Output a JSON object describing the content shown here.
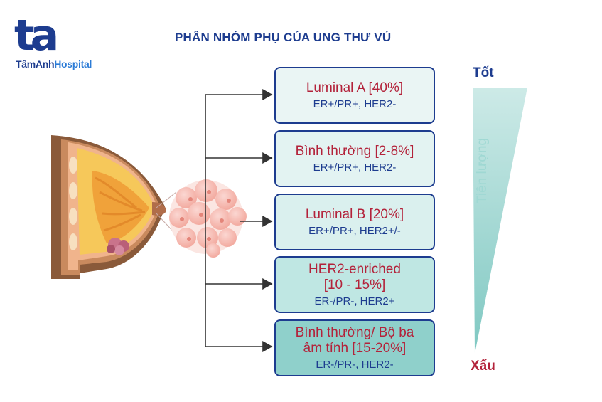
{
  "logo": {
    "mark": "ta",
    "brand": "TâmAnh",
    "brand_suffix": "Hospital"
  },
  "title": "PHÂN NHÓM PHỤ CỦA UNG THƯ VÚ",
  "subtypes": [
    {
      "name": "Luminal A [40%]",
      "receptor": "ER+/PR+, HER2-"
    },
    {
      "name": "Bình thường [2-8%]",
      "receptor": "ER+/PR+, HER2-"
    },
    {
      "name": "Luminal B [20%]",
      "receptor": "ER+/PR+, HER2+/-"
    },
    {
      "name_line1": "HER2-enriched",
      "name_line2": "[10 - 15%]",
      "receptor": "ER-/PR-, HER2+"
    },
    {
      "name_line1": "Bình thường/ Bộ ba",
      "name_line2": "âm tính [15-20%]",
      "receptor": "ER-/PR-, HER2-"
    }
  ],
  "prognosis": {
    "good": "Tốt",
    "bad": "Xấu",
    "label": "Tiên lượng"
  },
  "colors": {
    "navy": "#1d3c8f",
    "crimson": "#b3223a",
    "teal_light": "#eaf5f4",
    "teal_dark": "#8fd0cb"
  }
}
